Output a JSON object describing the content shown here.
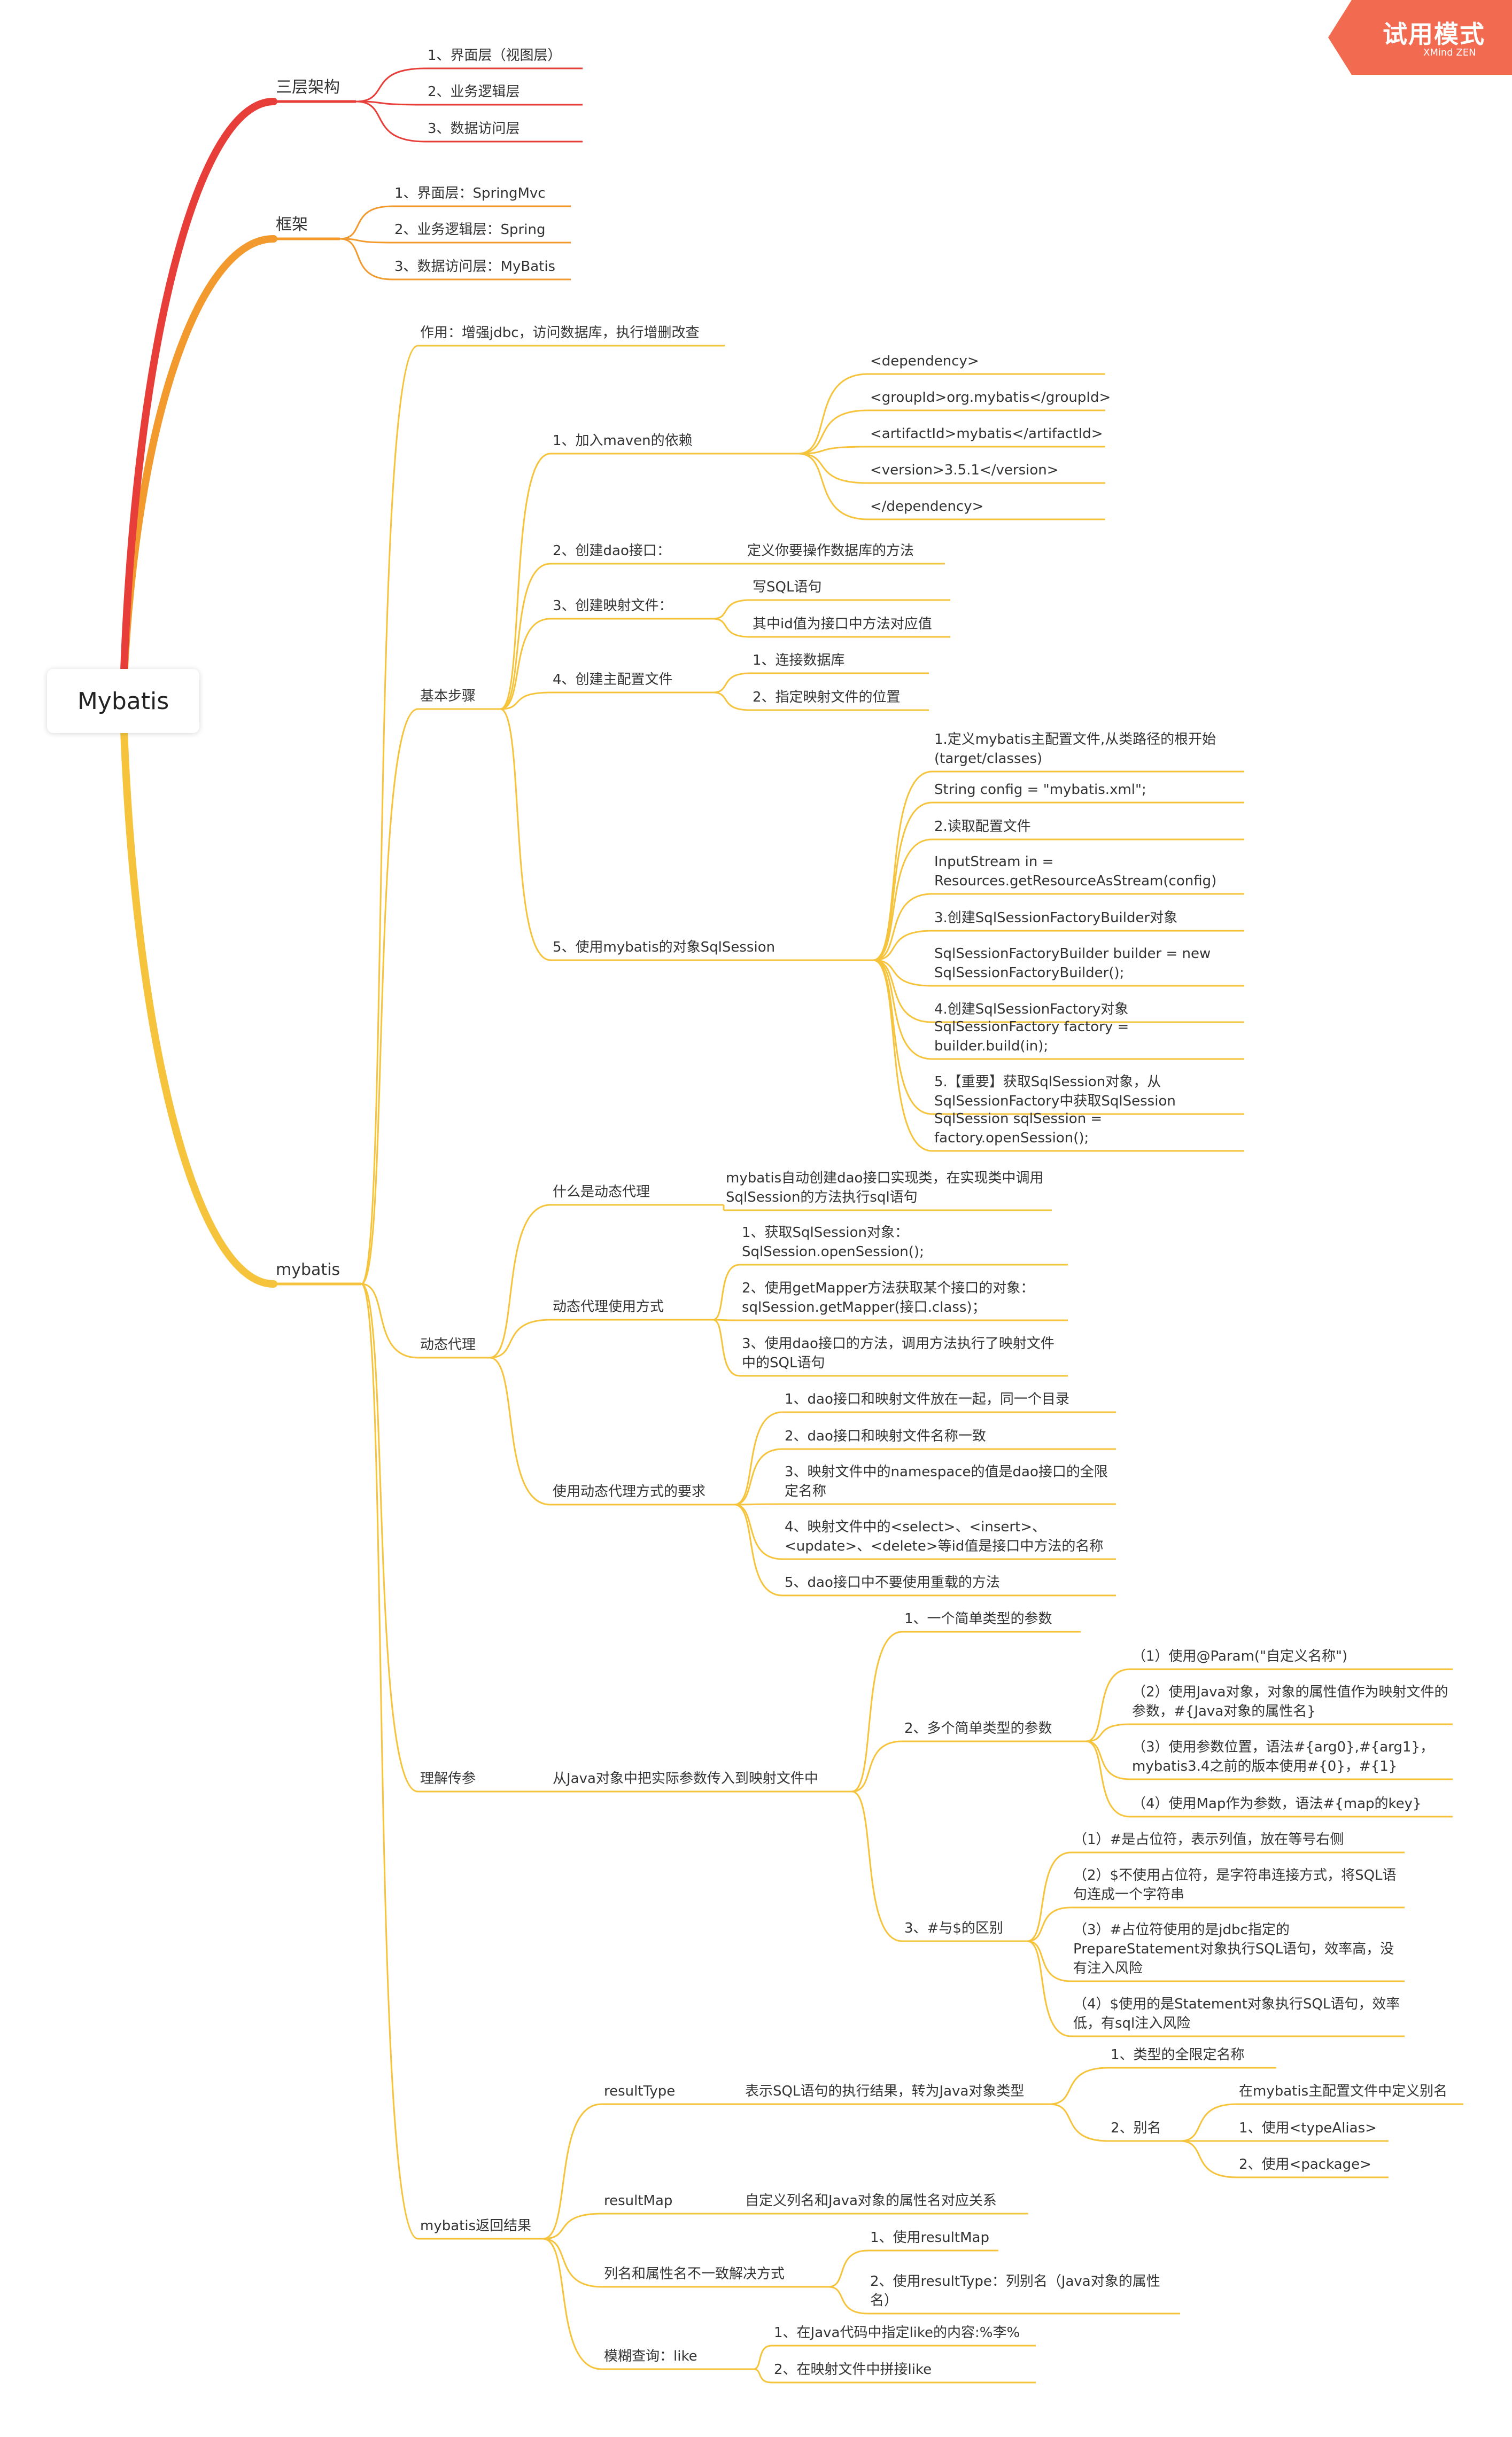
{
  "root": "Mybatis",
  "badge": {
    "title": "试用模式",
    "subtitle": "XMind ZEN"
  },
  "colors": {
    "red": "#e83e3a",
    "orange": "#f29a2e",
    "yellow": "#f6c43c",
    "badge": "#f26b50"
  },
  "layers": {
    "label": "三层架构",
    "items": [
      "1、界面层（视图层）",
      "2、业务逻辑层",
      "3、数据访问层"
    ]
  },
  "framework": {
    "label": "框架",
    "items": [
      "1、界面层：SpringMvc",
      "2、业务逻辑层：Spring",
      "3、数据访问层：MyBatis"
    ]
  },
  "mybatis": {
    "label": "mybatis",
    "purpose": "作用：增强jdbc，访问数据库，执行增删改查",
    "steps": {
      "label": "基本步骤",
      "maven": {
        "label": "1、加入maven的依赖",
        "items": [
          "<dependency>",
          "<groupId>org.mybatis</groupId>",
          "<artifactId>mybatis</artifactId>",
          "<version>3.5.1</version>",
          "</dependency>"
        ]
      },
      "dao": {
        "label": "2、创建dao接口：",
        "item": "定义你要操作数据库的方法"
      },
      "mapper": {
        "label": "3、创建映射文件：",
        "items": [
          "写SQL语句",
          "其中id值为接口中方法对应值"
        ]
      },
      "config": {
        "label": "4、创建主配置文件",
        "items": [
          "1、连接数据库",
          "2、指定映射文件的位置"
        ]
      },
      "session": {
        "label": "5、使用mybatis的对象SqlSession",
        "items": [
          "1.定义mybatis主配置文件,从类路径的根开始(target/classes)",
          "String config = \"mybatis.xml\";",
          "2.读取配置文件",
          "InputStream in = Resources.getResourceAsStream(config)",
          "3.创建SqlSessionFactoryBuilder对象",
          "SqlSessionFactoryBuilder builder  = new SqlSessionFactoryBuilder();",
          "4.创建SqlSessionFactory对象",
          "SqlSessionFactory factory = builder.build(in);",
          "5.【重要】获取SqlSession对象，从SqlSessionFactory中获取SqlSession",
          "SqlSession sqlSession = factory.openSession();"
        ]
      }
    },
    "proxy": {
      "label": "动态代理",
      "what": {
        "label": "什么是动态代理",
        "item": "mybatis自动创建dao接口实现类，在实现类中调用SqlSession的方法执行sql语句"
      },
      "usage": {
        "label": "动态代理使用方式",
        "items": [
          "1、获取SqlSession对象：SqlSession.openSession();",
          "2、使用getMapper方法获取某个接口的对象：sqlSession.getMapper(接口.class)；",
          "3、使用dao接口的方法，调用方法执行了映射文件中的SQL语句"
        ]
      },
      "req": {
        "label": "使用动态代理方式的要求",
        "items": [
          "1、dao接口和映射文件放在一起，同一个目录",
          "2、dao接口和映射文件名称一致",
          "3、映射文件中的namespace的值是dao接口的全限定名称",
          "4、映射文件中的<select>、<insert>、<update>、<delete>等id值是接口中方法的名称",
          "5、dao接口中不要使用重载的方法"
        ]
      }
    },
    "param": {
      "label": "理解传参",
      "sub": "从Java对象中把实际参数传入到映射文件中",
      "one": "1、一个简单类型的参数",
      "multi": {
        "label": "2、多个简单类型的参数",
        "items": [
          "（1）使用@Param(\"自定义名称\")",
          "（2）使用Java对象，对象的属性值作为映射文件的参数，#{Java对象的属性名}",
          "（3）使用参数位置，语法#{arg0},#{arg1}，mybatis3.4之前的版本使用#{0}，#{1}",
          "（4）使用Map作为参数，语法#{map的key}"
        ]
      },
      "diff": {
        "label": "3、#与$的区别",
        "items": [
          "（1）#是占位符，表示列值，放在等号右侧",
          "（2）$不使用占位符，是字符串连接方式，将SQL语句连成一个字符串",
          "（3）#占位符使用的是jdbc指定的PrepareStatement对象执行SQL语句，效率高，没有注入风险",
          "（4）$使用的是Statement对象执行SQL语句，效率低，有sql注入风险"
        ]
      }
    },
    "result": {
      "label": "mybatis返回结果",
      "rtype": {
        "label": "resultType",
        "desc": "表示SQL语句的执行结果，转为Java对象类型",
        "full": "1、类型的全限定名称",
        "alias": {
          "label": "2、别名",
          "desc": "在mybatis主配置文件中定义别名",
          "items": [
            "1、使用<typeAlias>",
            "2、使用<package>"
          ]
        }
      },
      "rmap": {
        "label": "resultMap",
        "desc": "自定义列名和Java对象的属性名对应关系"
      },
      "mismatch": {
        "label": "列名和属性名不一致解决方式",
        "items": [
          "1、使用resultMap",
          "2、使用resultType：列别名（Java对象的属性名）"
        ]
      },
      "like": {
        "label": "模糊查询：like",
        "items": [
          "1、在Java代码中指定like的内容:%李%",
          "2、在映射文件中拼接like"
        ]
      }
    }
  }
}
